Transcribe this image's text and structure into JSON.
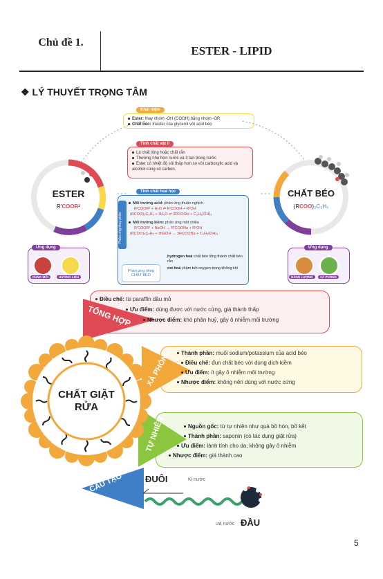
{
  "header": {
    "topic": "Chủ đề 1.",
    "title": "ESTER - LIPID"
  },
  "section_title": "❖ LÝ THUYẾT TRỌNG TÂM",
  "mindmap": {
    "khai_niem": {
      "label": "Khái niệm",
      "line1_a": "Ester:",
      "line1_b": " thay nhóm -OH (COOH) bằng nhóm -OR",
      "line2_a": "Chất béo:",
      "line2_b": " triester của glycerol với acid béo"
    },
    "tinh_chat_vat_li": {
      "label": "Tính chất vật lí",
      "line1": "Là chất lỏng hoặc chất rắn",
      "line2": "Thường nhẹ hơn nước và ít tan trong nước",
      "line3": "Ester có nhiệt độ sôi thấp hơn so với carboxylic acid và alcohol cùng số carbon."
    },
    "tinh_chat_hoa_hoc": {
      "label": "Tính chất hoá học",
      "side_label": "Phản ứng thuỷ phân",
      "acid_title": "Môi trường acid:",
      "acid_desc": " phản ứng thuận nghịch",
      "acid_eq1": "R'COOR² + H₂O ⇌ R'COOH + R²OH",
      "acid_eq2": "(RCOO)₃C₃H₅ + 3H₂O ⇌ 3RCOOH + C₃H₅(OH)₃",
      "base_title": "Môi trường kiềm:",
      "base_desc": " phản ứng một chiều",
      "base_eq1": "R'COOR² + NaOH → R'COONa + R²OH",
      "base_eq2": "(RCOO)₃C₃H₅ + 3NaOH → 3RCOONa + C₃H₅(OH)₃",
      "rieng_label": "Phản ứng riêng CHẤT BÉO",
      "rieng1_a": "hydrogen hoá",
      "rieng1_b": " chất béo lỏng thành chất béo rắn",
      "rieng2_a": "oxi hoá",
      "rieng2_b": " chậm bởi oxygen trong không khí"
    },
    "ester": {
      "name": "ESTER",
      "formula_a": "R'",
      "formula_b": "COOR",
      "formula_c": "²"
    },
    "chat_beo": {
      "name": "CHẤT BÉO",
      "formula_a": "(R",
      "formula_b": "COO",
      ")": ")",
      "formula_c": "₃C₃H₅"
    },
    "ung_dung_left": {
      "label": "Ứng dụng",
      "icon1": "DUNG MÔI",
      "icon2": "HƯƠNG LIỆU"
    },
    "ung_dung_right": {
      "label": "Ứng dụng",
      "icon1": "NĂNG LƯỢNG",
      "icon2": "XÀ PHÒNG"
    }
  },
  "detergent": {
    "center": "CHẤT GIẶT RỬA",
    "tong_hop": {
      "label": "TỔNG HỢP",
      "items": [
        {
          "k": "Điều chế:",
          "v": " từ paraffin dầu mỏ"
        },
        {
          "k": "Ưu điểm:",
          "v": " dùng được với nước cứng, giá thành thấp"
        },
        {
          "k": "Nhược điểm:",
          "v": " khó phân huỷ, gây ô nhiễm môi trường"
        }
      ]
    },
    "xa_phong": {
      "label": "XÀ PHÒNG",
      "items": [
        {
          "k": "Thành phần:",
          "v": " muối sodium/potassium của acid béo"
        },
        {
          "k": "Điều chế:",
          "v": " đun chất béo với dung dịch kiềm"
        },
        {
          "k": "Ưu điểm:",
          "v": " ít gây ô nhiễm môi trường"
        },
        {
          "k": "Nhược điểm:",
          "v": " không nên dùng với nước cứng"
        }
      ]
    },
    "tu_nhien": {
      "label": "TỰ NHIÊN",
      "items": [
        {
          "k": "Nguồn gốc:",
          "v": " từ tự nhiên như quả bồ hòn, bồ kết"
        },
        {
          "k": "Thành phần:",
          "v": " saponin (có tác dụng giặt rửa)"
        },
        {
          "k": "Ưu điểm:",
          "v": " lành tính cho da, không gây ô nhiễm"
        },
        {
          "k": "Nhược điểm:",
          "v": " giá thành cao"
        }
      ]
    },
    "cau_tao": {
      "label": "CẤU TẠO",
      "tail": "ĐUÔI",
      "tail_note": "Kị nước",
      "head": "ĐẦU",
      "head_note": "ưa nước"
    }
  },
  "page_number": "5",
  "colors": {
    "red": "#e04a55",
    "orange": "#f2a83a",
    "yellow": "#f7d84a",
    "green": "#8cc63f",
    "blue": "#3f7fc6",
    "purple": "#7d3f98"
  }
}
